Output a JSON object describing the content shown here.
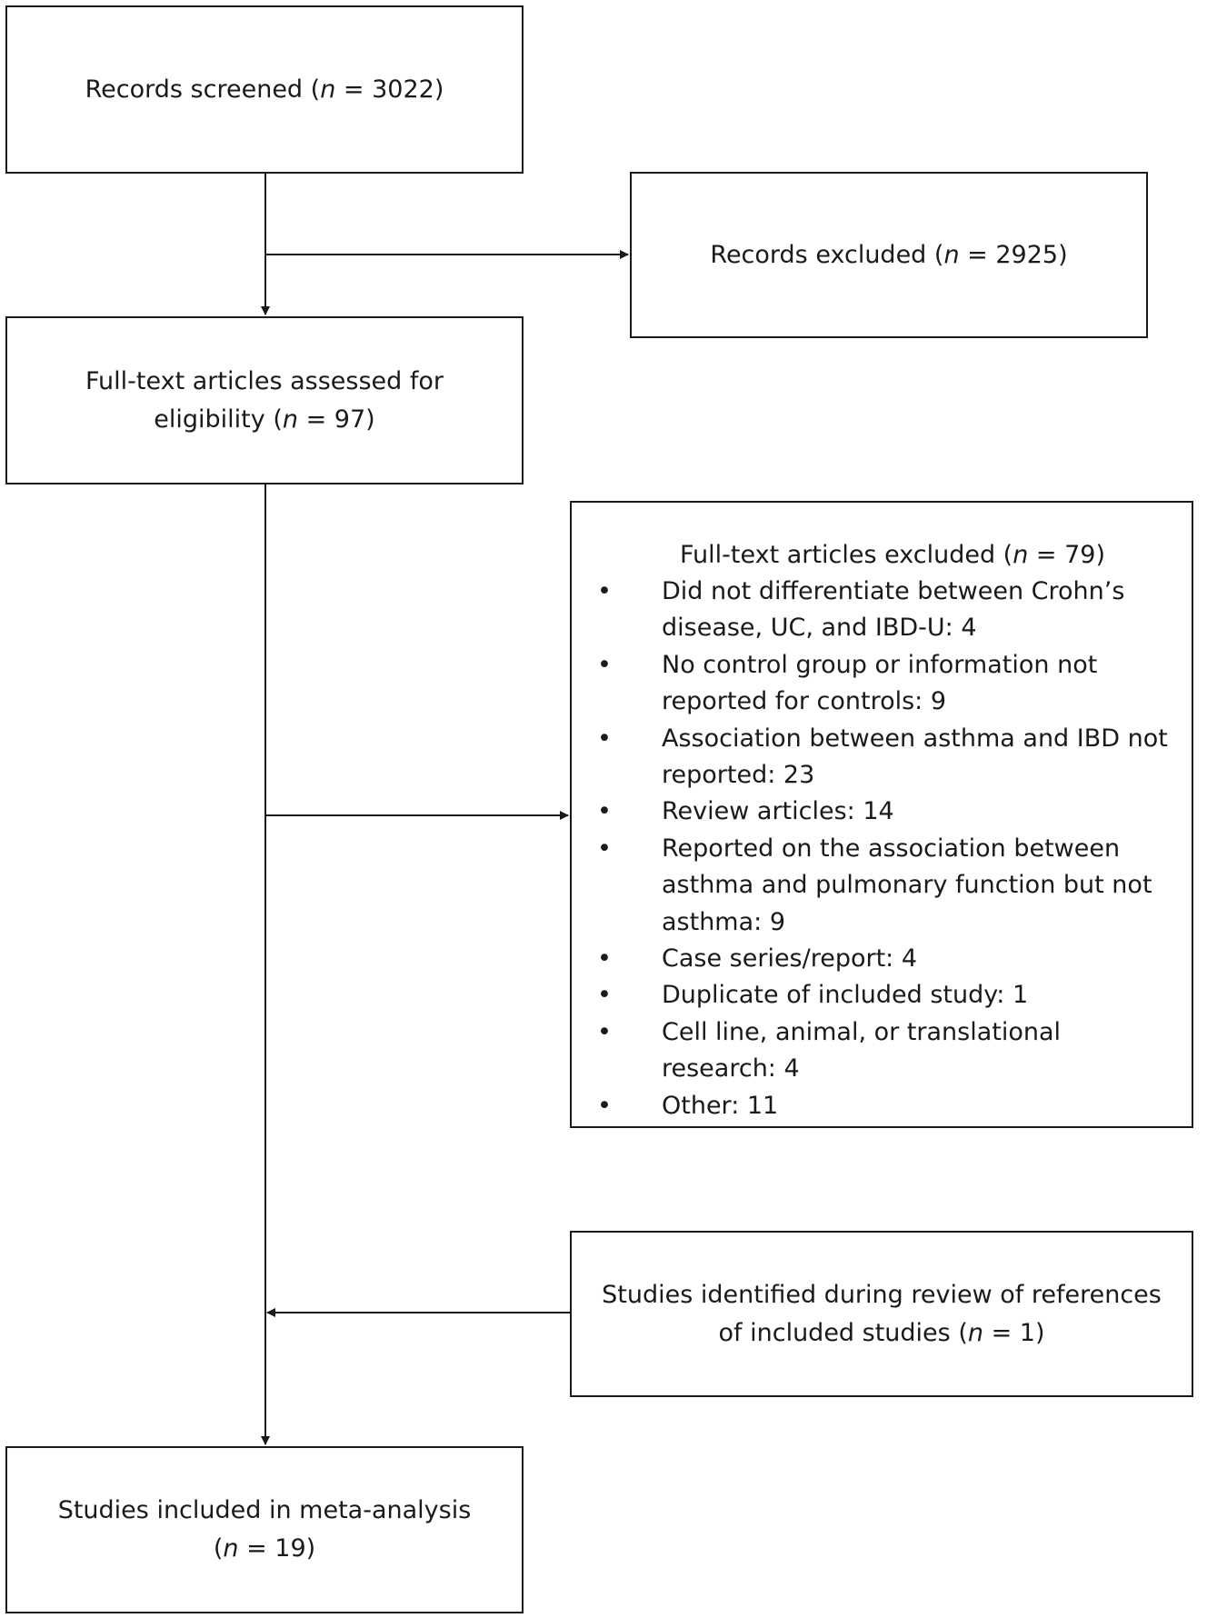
{
  "flow": {
    "screened": {
      "label": "Records screened (",
      "n_var": "n",
      "n_val": " = 3022)"
    },
    "excluded": {
      "label": "Records excluded (",
      "n_var": "n",
      "n_val": " = 2925)"
    },
    "fulltext": {
      "line1": "Full-text articles assessed for",
      "line2_pre": "eligibility (",
      "n_var": "n",
      "n_val": " = 97)"
    },
    "fulltext_excluded": {
      "title_pre": "Full-text articles excluded (",
      "n_var": "n",
      "n_val": " = 79)",
      "bullet": "•",
      "reasons": [
        {
          "line1": "Did not differentiate between Crohn’s",
          "line2": "disease, UC, and IBD-U: 4",
          "line3": ""
        },
        {
          "line1": "No control group or information not",
          "line2": "reported for controls: 9",
          "line3": ""
        },
        {
          "line1": "Association between asthma and IBD not",
          "line2": "reported: 23",
          "line3": ""
        },
        {
          "line1": "Review articles: 14",
          "line2": "",
          "line3": ""
        },
        {
          "line1": "Reported on the association between",
          "line2": "asthma and pulmonary function but not",
          "line3": "asthma: 9"
        },
        {
          "line1": "Case series/report: 4",
          "line2": "",
          "line3": ""
        },
        {
          "line1": "Duplicate of included study: 1",
          "line2": "",
          "line3": ""
        },
        {
          "line1": "Cell line, animal, or translational research: 4",
          "line2": "",
          "line3": ""
        },
        {
          "line1": "Other: 11",
          "line2": "",
          "line3": ""
        }
      ]
    },
    "references": {
      "line1": "Studies identified during review of references",
      "line2_pre": "of included studies (",
      "n_var": "n",
      "n_val": " = 1)"
    },
    "included": {
      "line1": "Studies included in meta-analysis",
      "line2_pre": "(",
      "n_var": "n",
      "n_val": " = 19)"
    }
  }
}
